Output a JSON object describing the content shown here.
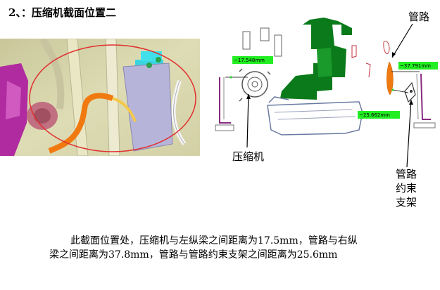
{
  "title": "2、：压缩机截面位置二",
  "labels": {
    "pipe": "管路",
    "compressor": "压缩机",
    "bracket_line1": "管路",
    "bracket_line2": "约束",
    "bracket_line3": "支架"
  },
  "dimensions": {
    "compressor_left": "~17.548mm",
    "pipe_right": "~37.791mm",
    "pipe_bracket": "~25.662mm"
  },
  "caption": {
    "line1": "此截面位置处，压缩机与左纵梁之间距离为17.5mm，管路与右纵",
    "line2": "梁之间距离为37.8mm，管路与管路约束支架之间距离为25.6mm"
  },
  "colors": {
    "dimension_box": "#22ee22",
    "section_green": "#0a7a1a",
    "pipe_orange": "#f07a10",
    "ellipse_red": "#e03030"
  }
}
